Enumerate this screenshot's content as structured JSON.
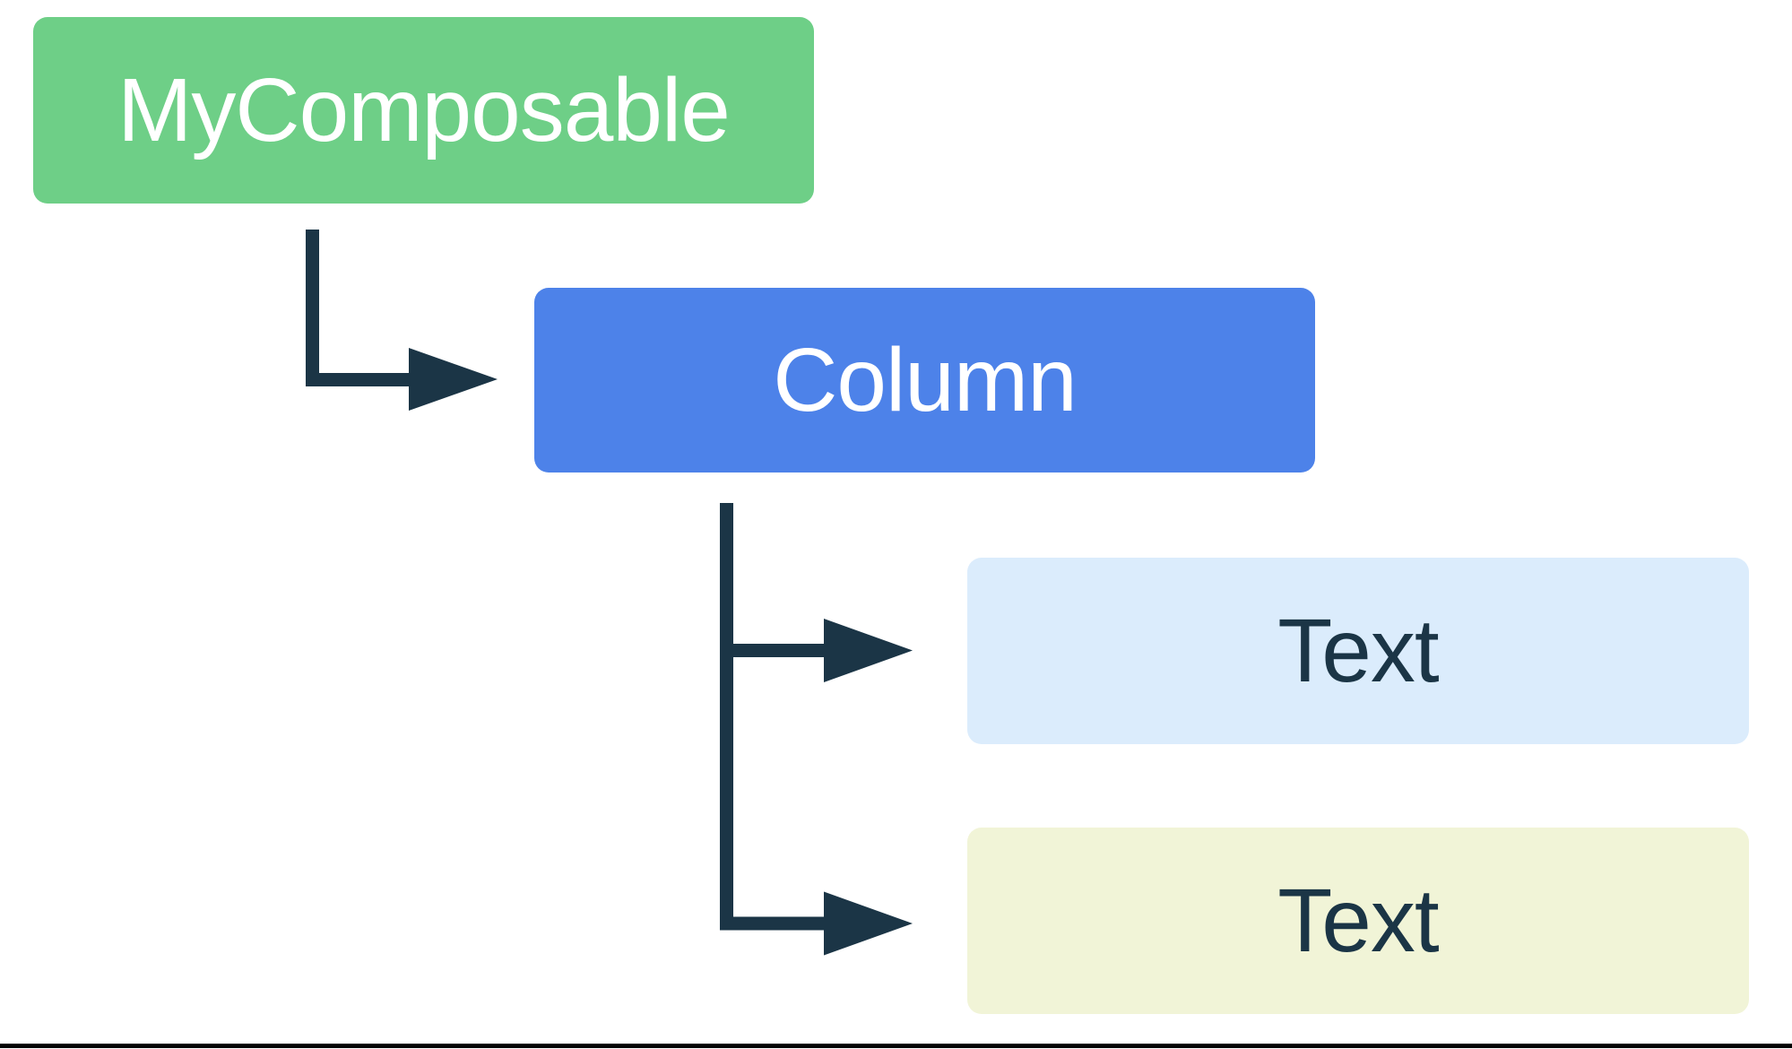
{
  "diagram": {
    "type": "tree",
    "nodes": [
      {
        "id": "my-composable",
        "label": "MyComposable",
        "fill": "#6ECF87",
        "text_color": "#FFFFFF"
      },
      {
        "id": "column",
        "label": "Column",
        "fill": "#4D82E9",
        "text_color": "#FFFFFF"
      },
      {
        "id": "text-1",
        "label": "Text",
        "fill": "#DBECFC",
        "text_color": "#1B3546"
      },
      {
        "id": "text-2",
        "label": "Text",
        "fill": "#F1F4D7",
        "text_color": "#1B3546"
      }
    ],
    "edges": [
      {
        "from": "my-composable",
        "to": "column"
      },
      {
        "from": "column",
        "to": "text-1"
      },
      {
        "from": "column",
        "to": "text-2"
      }
    ],
    "arrow_color": "#1B3546",
    "bottom_border_color": "#000000",
    "background_color": "#FFFFFF"
  }
}
